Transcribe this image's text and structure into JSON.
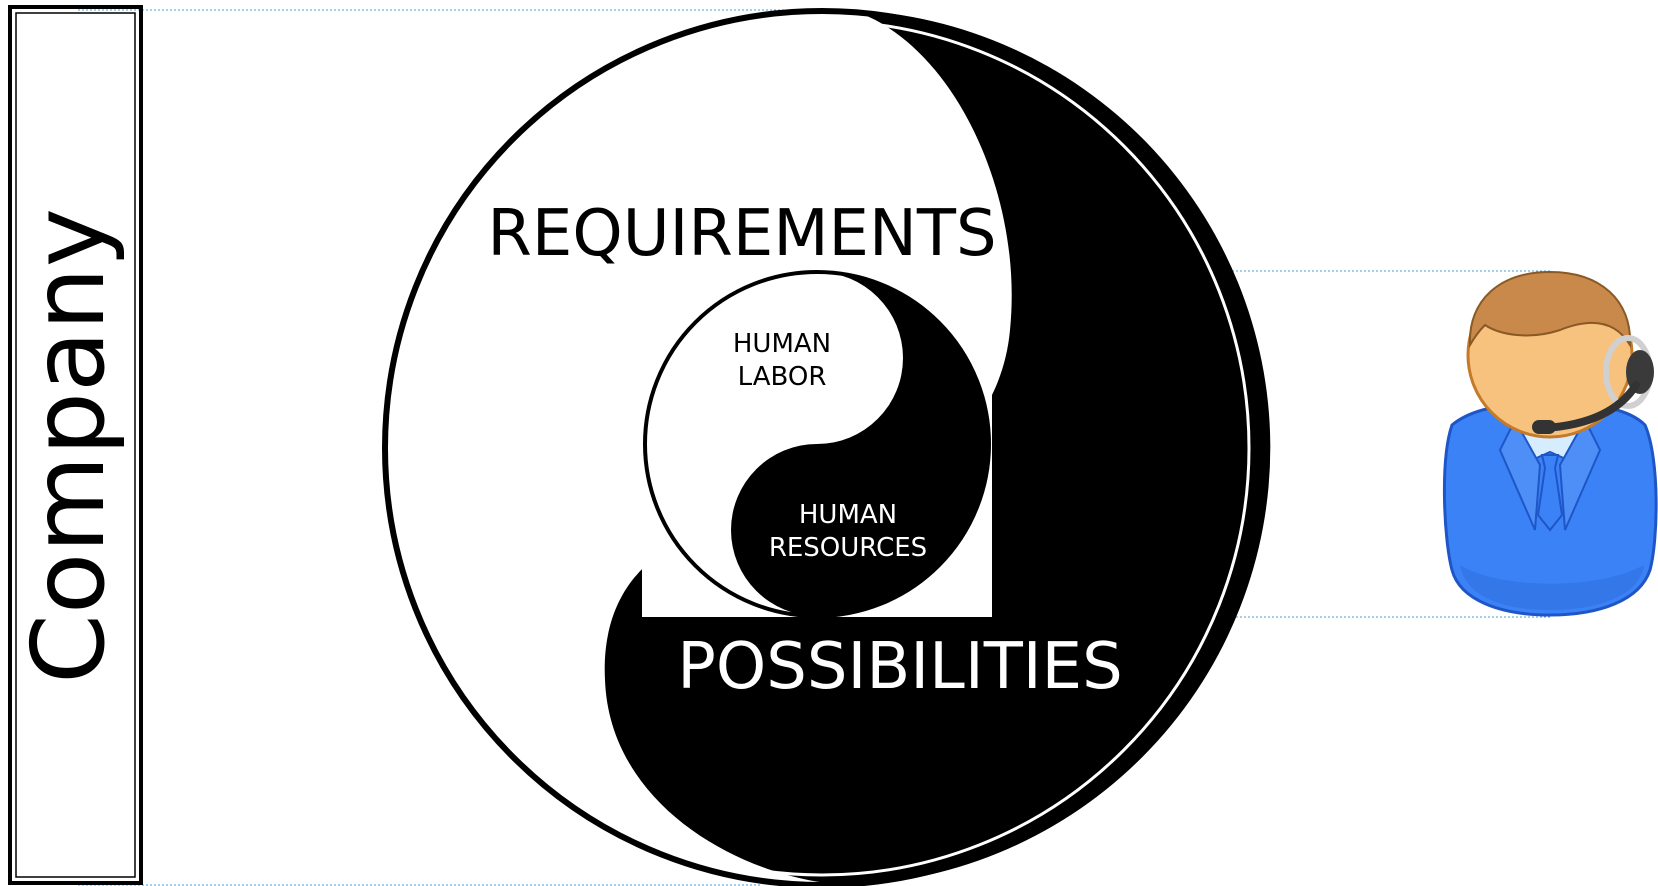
{
  "company": {
    "label": "Company"
  },
  "outer_yin_yang": {
    "top_label": "REQUIREMENTS",
    "bottom_label": "POSSIBILITIES"
  },
  "inner_yin_yang": {
    "top_label_line1": "HUMAN",
    "top_label_line2": "LABOR",
    "bottom_label_line1": "HUMAN",
    "bottom_label_line2": "RESOURCES"
  },
  "person": {
    "icon": "support-agent-headset-icon"
  },
  "colors": {
    "ink": "#000000",
    "paper": "#ffffff",
    "guide_line": "#4a9fd6",
    "person_skin": "#f7c27e",
    "person_hair": "#c8894a",
    "person_suit": "#3b82f6",
    "person_shirt": "#d6ecff"
  }
}
